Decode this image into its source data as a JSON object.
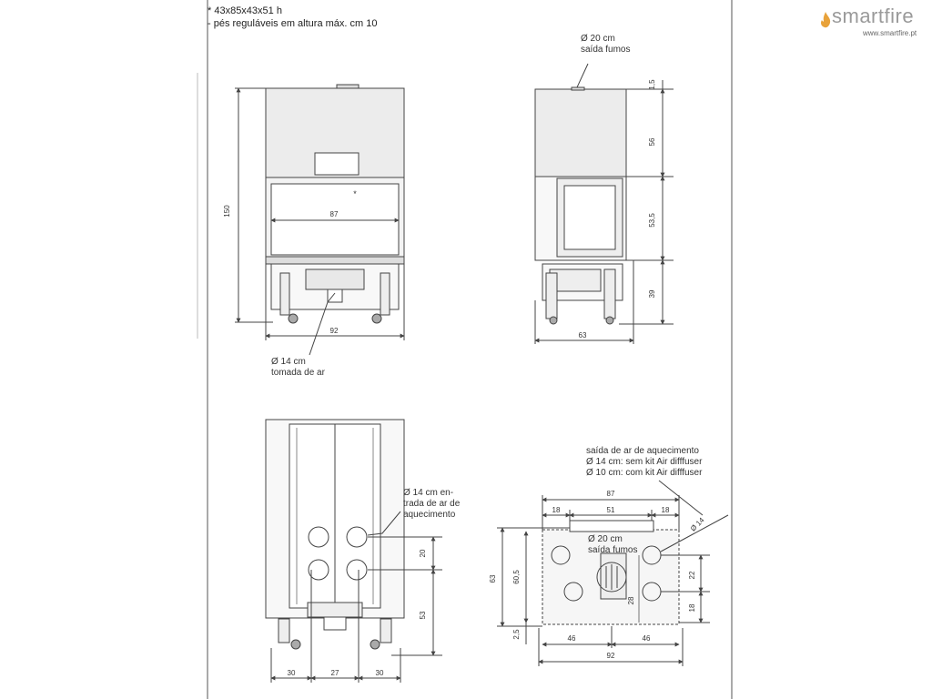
{
  "notes": {
    "line1": "* 43x85x43x51 h",
    "line2": "- pés reguláveis em altura máx. cm 10"
  },
  "brand": {
    "name": "smartfire",
    "url": "www.smartfire.pt",
    "color": "#e8a23a"
  },
  "front_view": {
    "height": "150",
    "glass_width": "87",
    "width": "92",
    "asterisk": "*",
    "air_inlet_label_1": "Ø 14 cm",
    "air_inlet_label_2": "tomada de ar"
  },
  "side_view": {
    "flue_label_1": "Ø 20 cm",
    "flue_label_2": "saída fumos",
    "dim_top": "1,5",
    "dim_upper": "56",
    "dim_middle": "53,5",
    "dim_lower": "39",
    "depth": "63"
  },
  "rear_view": {
    "inlet_label_1": "Ø 14 cm en-",
    "inlet_label_2": "trada de ar de",
    "inlet_label_3": "aquecimento",
    "dim_20": "20",
    "dim_53": "53",
    "dim_left": "30",
    "dim_center": "27",
    "dim_right": "30"
  },
  "top_view": {
    "outlet_label_1": "saída de ar de aquecimento",
    "outlet_label_2": "Ø 14 cm: sem kit Air difffuser",
    "outlet_label_3": "Ø 10 cm: com kit Air difffuser",
    "dim_87": "87",
    "dim_18_left": "18",
    "dim_51": "51",
    "dim_18_right": "18",
    "dim_d14": "Ø 14",
    "flue_label_1": "Ø 20 cm",
    "flue_label_2": "saída fumos",
    "dim_63": "63",
    "dim_60_5": "60,5",
    "dim_22": "22",
    "dim_28": "28",
    "dim_18_v": "18",
    "dim_2_5": "2,5",
    "dim_46_left": "46",
    "dim_46_right": "46",
    "dim_92": "92"
  }
}
